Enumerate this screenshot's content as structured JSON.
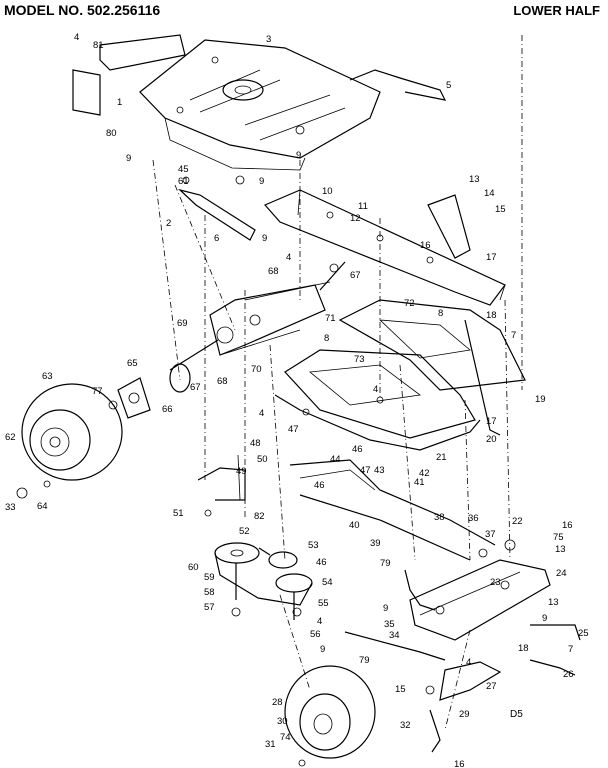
{
  "header": {
    "model": "MODEL NO. 502.256116",
    "section": "LOWER HALF",
    "code": "D5"
  },
  "callouts": [
    "4",
    "81",
    "80",
    "1",
    "3",
    "5",
    "9",
    "9",
    "45",
    "61",
    "9",
    "2",
    "6",
    "9",
    "10",
    "11",
    "12",
    "13",
    "14",
    "15",
    "16",
    "17",
    "4",
    "68",
    "67",
    "8",
    "18",
    "7",
    "72",
    "71",
    "70",
    "69",
    "68",
    "67",
    "65",
    "66",
    "63",
    "77",
    "62",
    "33",
    "64",
    "73",
    "8",
    "19",
    "4",
    "4",
    "17",
    "20",
    "47",
    "48",
    "46",
    "44",
    "47",
    "43",
    "42",
    "41",
    "50",
    "49",
    "46",
    "21",
    "51",
    "82",
    "52",
    "53",
    "60",
    "59",
    "58",
    "57",
    "46",
    "54",
    "55",
    "4",
    "56",
    "40",
    "38",
    "39",
    "36",
    "37",
    "22",
    "16",
    "75",
    "13",
    "79",
    "24",
    "9",
    "35",
    "34",
    "23",
    "13",
    "9",
    "25",
    "7",
    "9",
    "79",
    "4",
    "18",
    "26",
    "27",
    "15",
    "29",
    "28",
    "30",
    "31",
    "74",
    "32",
    "16"
  ]
}
